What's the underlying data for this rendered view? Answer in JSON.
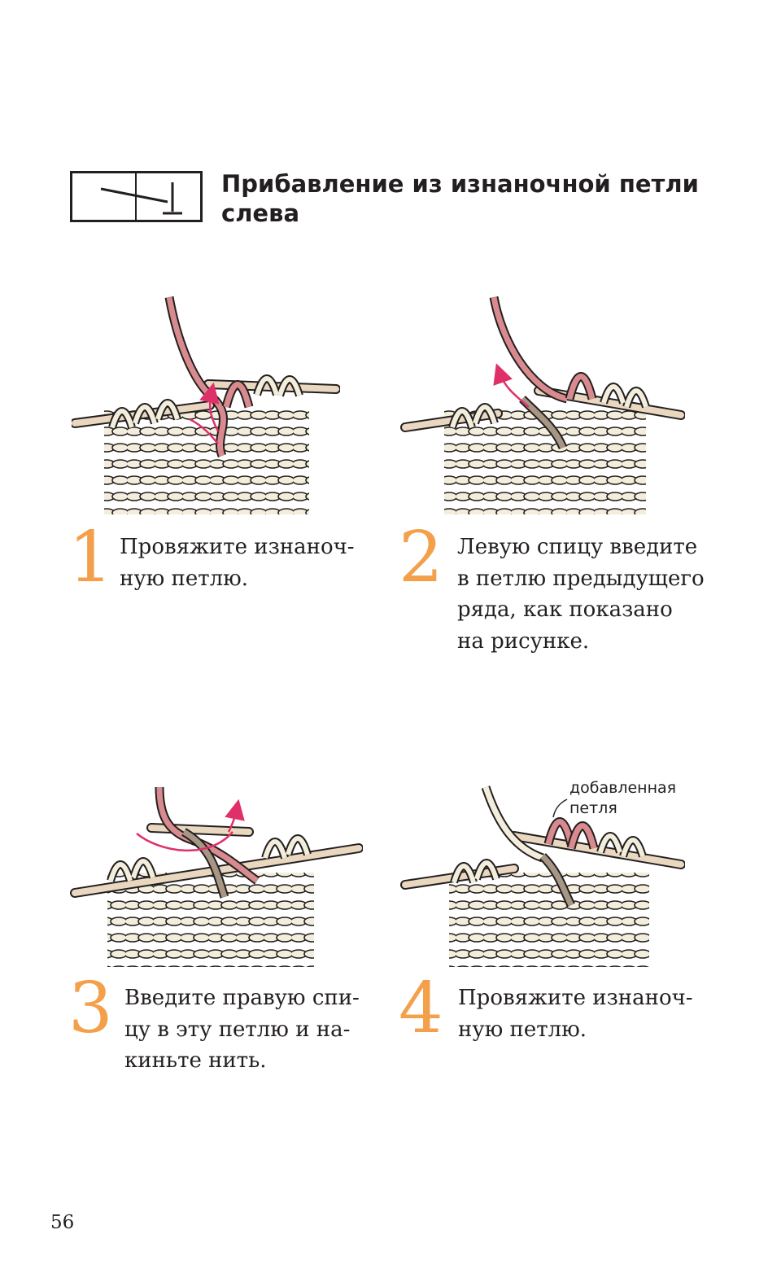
{
  "header": {
    "title": "Прибавление из изнаночной петли слева",
    "symbol_icon": "left-purl-increase-chart-symbol"
  },
  "steps": [
    {
      "number": "1",
      "text": "Провяжите изнаноч-\nную петлю.",
      "icon": "knitting-step-1-illustration"
    },
    {
      "number": "2",
      "text": "Левую спицу введите\nв петлю предыдущего\nряда, как показано\nна рисунке.",
      "icon": "knitting-step-2-illustration"
    },
    {
      "number": "3",
      "text": "Введите правую спи-\nцу в эту петлю и на-\nкиньте нить.",
      "icon": "knitting-step-3-illustration"
    },
    {
      "number": "4",
      "text": "Провяжите изнаноч-\nную петлю.",
      "icon": "knitting-step-4-illustration"
    }
  ],
  "callout": {
    "text": "добавленная\nпетля"
  },
  "page_number": "56",
  "colors": {
    "accent_number": "#f4a04a",
    "yarn_pink": "#d98a8e",
    "yarn_cream": "#f3eedc",
    "yarn_taupe": "#a89684",
    "needle": "#e9d7bf",
    "arrow": "#e0306a",
    "outline": "#231f20"
  }
}
